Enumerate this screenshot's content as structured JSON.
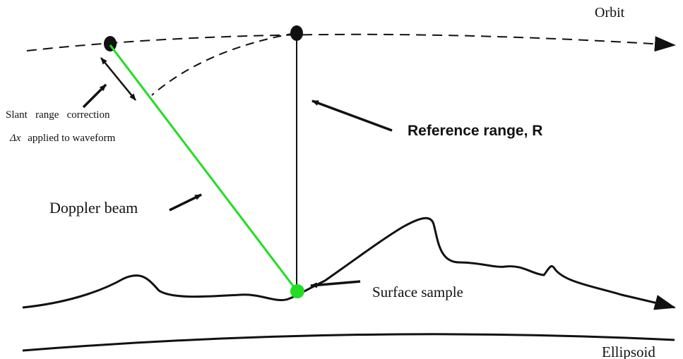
{
  "labels": {
    "orbit": "Orbit",
    "slant_line1": "Slant   range   correction",
    "slant_line2_symbol": "Δx",
    "slant_line2_rest": "applied to waveform",
    "reference_range": "Reference range, R",
    "doppler_beam": "Doppler beam",
    "surface_sample": "Surface sample",
    "ellipsoid": "Ellipsoid"
  },
  "colors": {
    "ink": "#111111",
    "doppler_beam": "#22dd22",
    "surface_sample_point": "#22dd22"
  }
}
